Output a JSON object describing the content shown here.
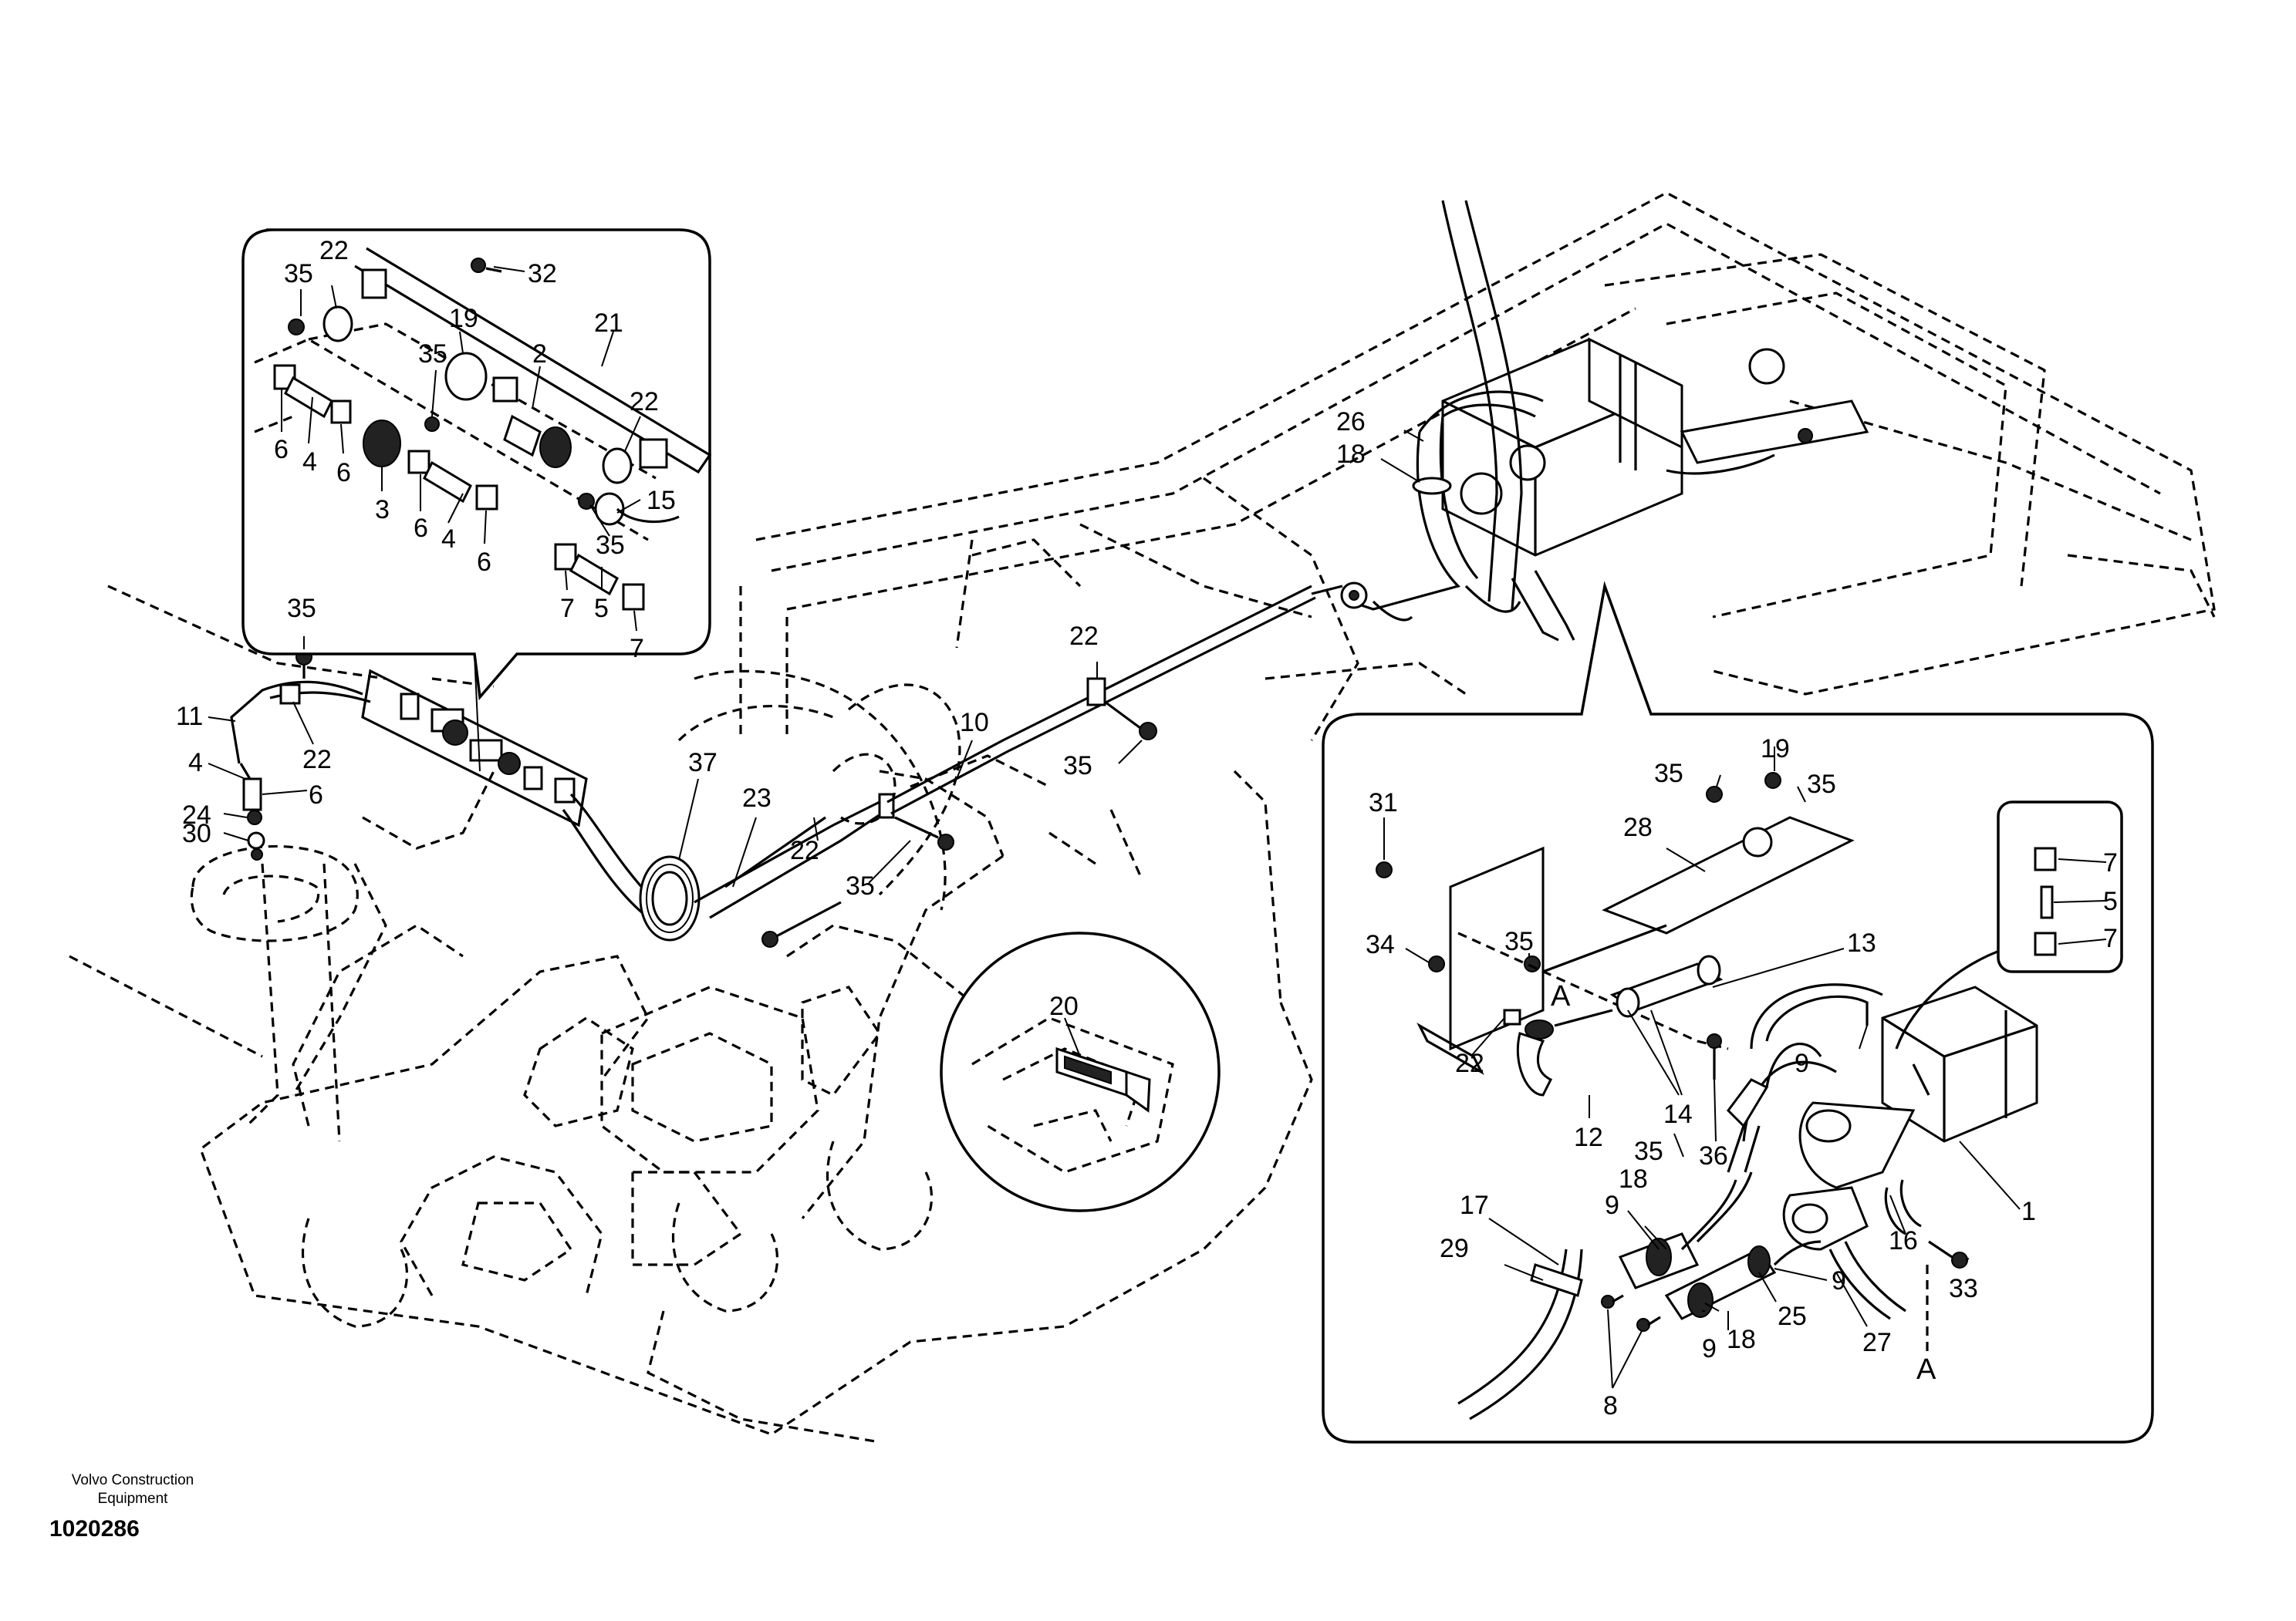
{
  "manufacturer": "Volvo Construction Equipment",
  "drawing_number": "1020286",
  "view_letters": [
    "A",
    "A"
  ],
  "callouts_main": [
    "35",
    "11",
    "22",
    "4",
    "6",
    "24",
    "30",
    "37",
    "23",
    "22",
    "35",
    "10",
    "22",
    "35",
    "26",
    "18"
  ],
  "callouts_top_left": [
    "22",
    "35",
    "32",
    "21",
    "19",
    "35",
    "2",
    "22",
    "6",
    "4",
    "6",
    "3",
    "6",
    "4",
    "6",
    "15",
    "35",
    "7",
    "5",
    "7"
  ],
  "callout_circle_detail": [
    "20"
  ],
  "callouts_bottom_right": [
    "31",
    "35",
    "19",
    "35",
    "28",
    "34",
    "35",
    "13",
    "22",
    "12",
    "14",
    "36",
    "9",
    "1",
    "35",
    "17",
    "29",
    "9",
    "18",
    "9",
    "25",
    "9",
    "18",
    "8",
    "27",
    "16",
    "33"
  ],
  "callouts_small_inset": [
    "7",
    "5",
    "7"
  ]
}
